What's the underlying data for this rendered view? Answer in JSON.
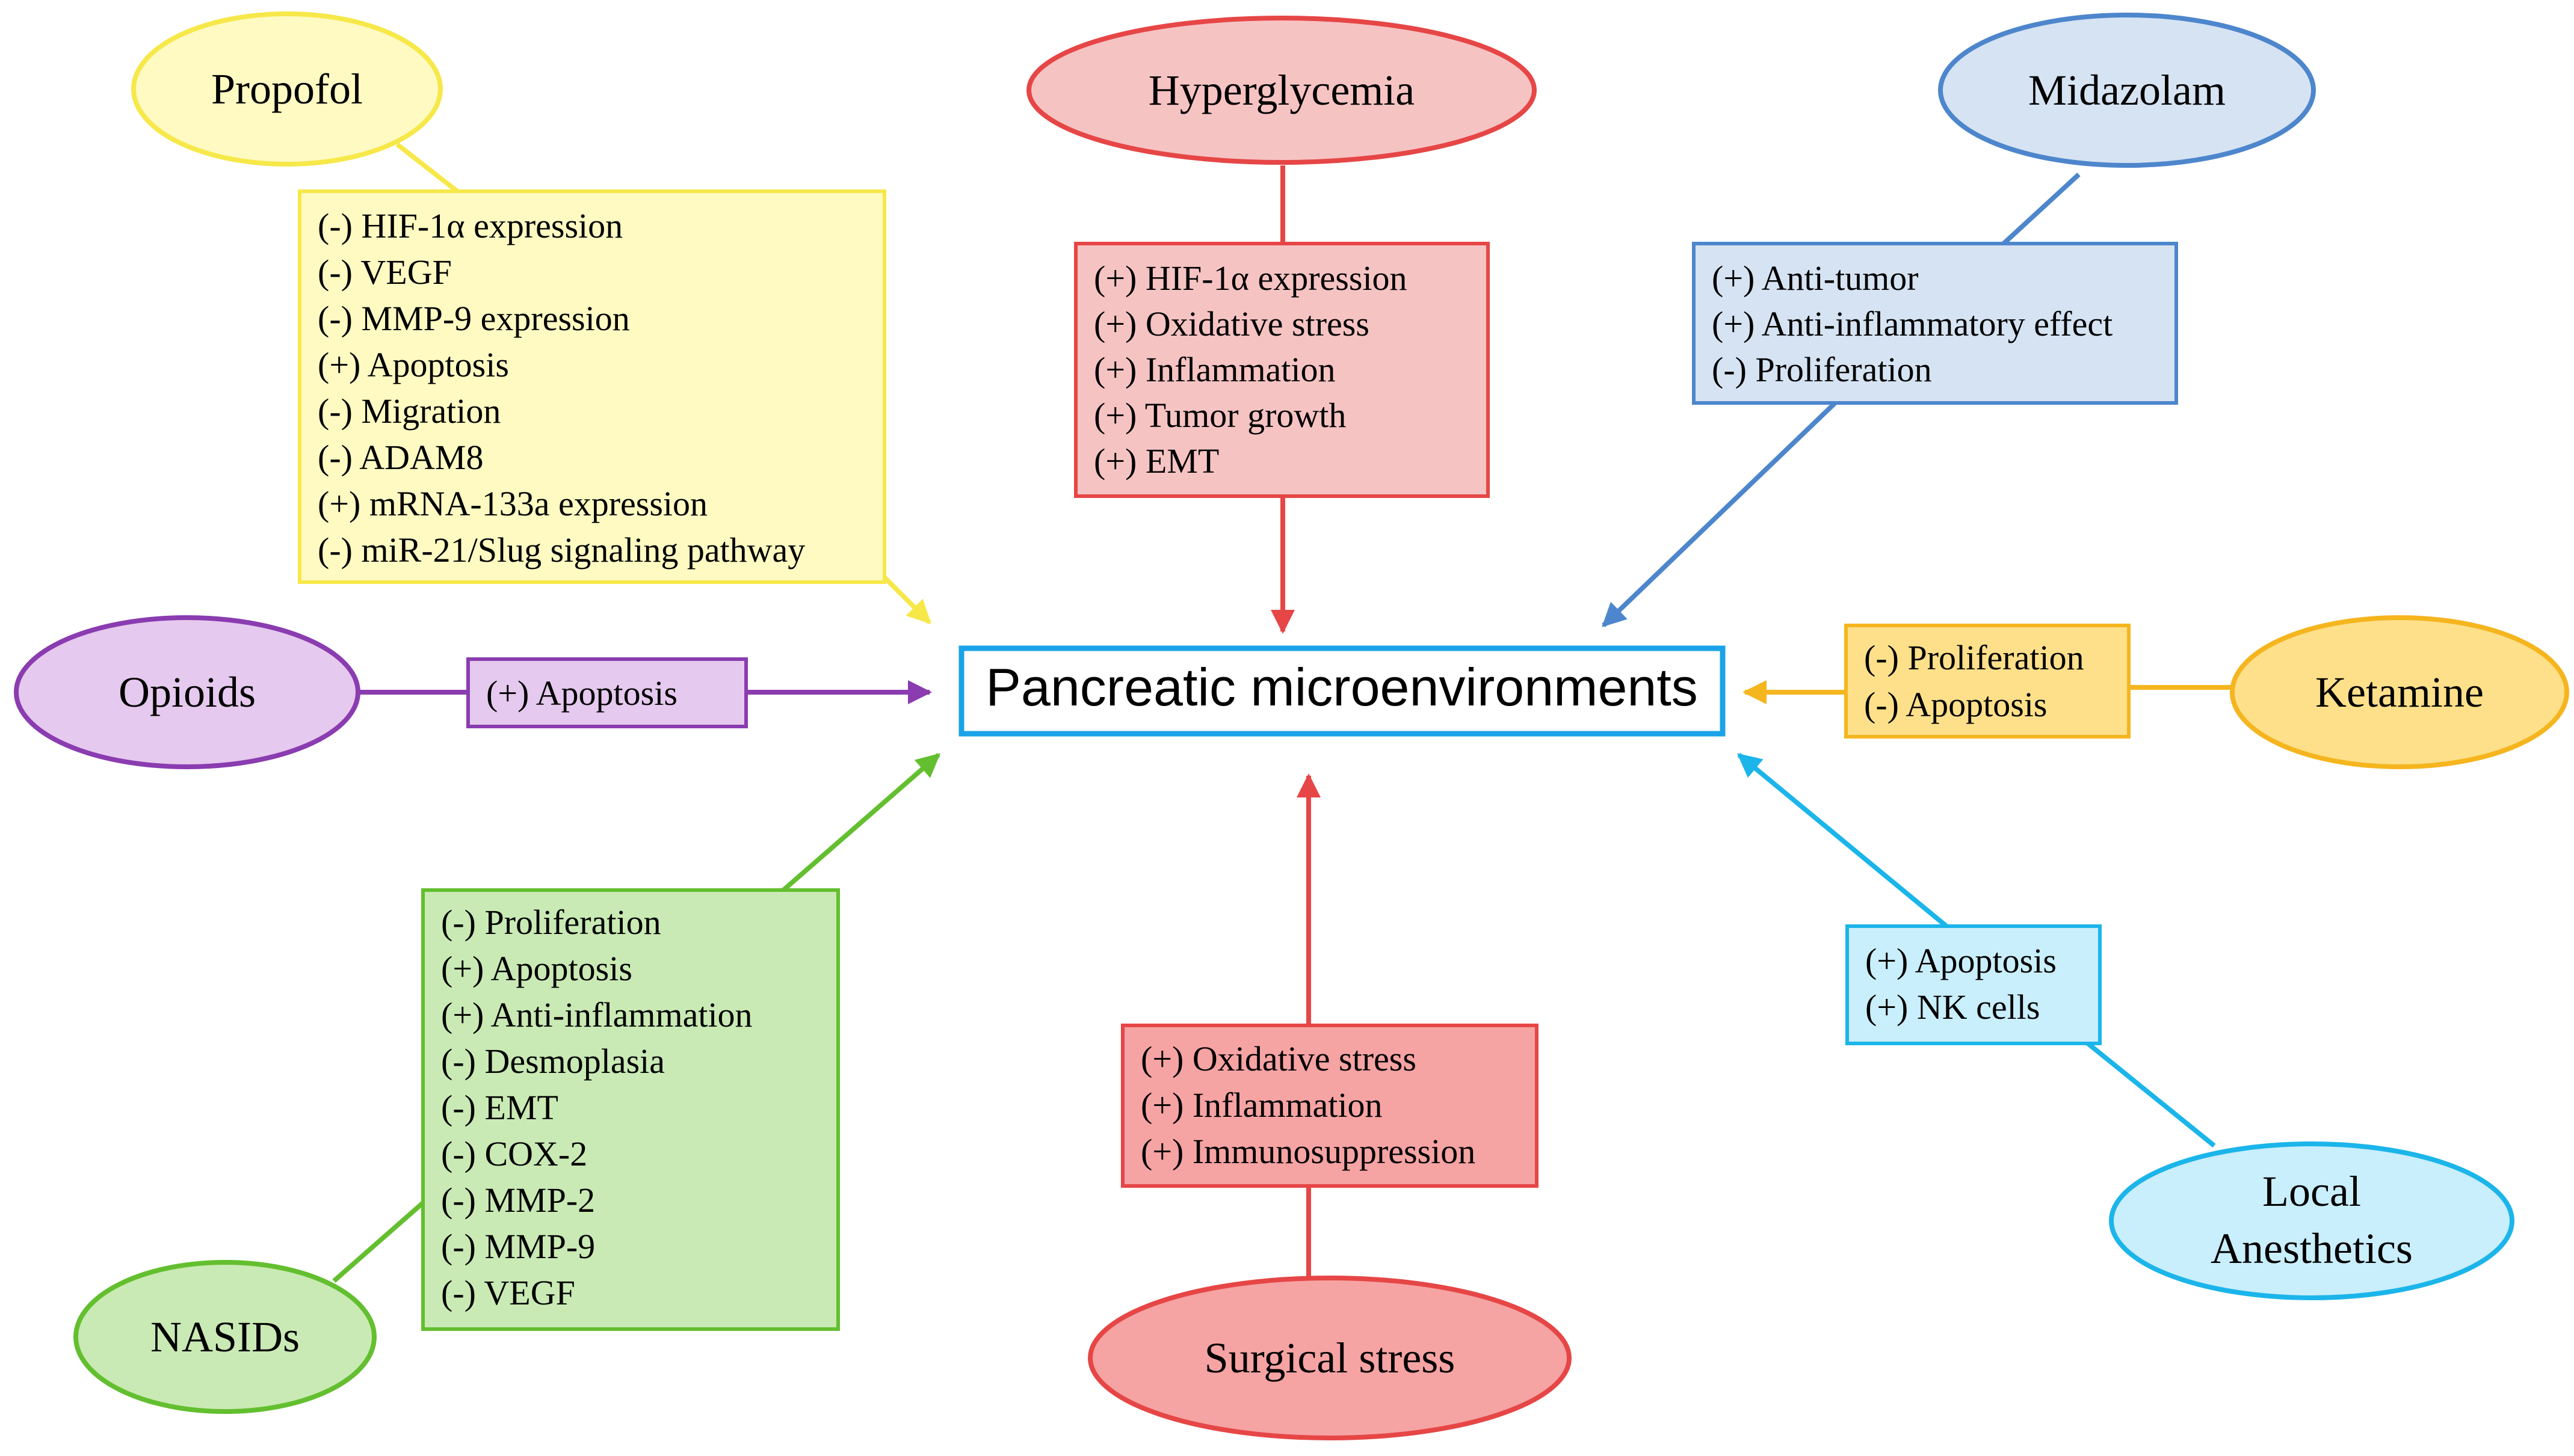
{
  "center": {
    "label": "Pancreatic microenvironments",
    "border_color": "#1aa3e8"
  },
  "factors": {
    "propofol": {
      "label": "Propofol",
      "fill": "#fefac2",
      "stroke": "#f7e84a",
      "effects": [
        "(-) HIF-1α expression",
        "(-) VEGF",
        "(-) MMP-9 expression",
        "(+) Apoptosis",
        "(-) Migration",
        "(-) ADAM8",
        "(+) mRNA-133a expression",
        "(-) miR-21/Slug signaling pathway"
      ]
    },
    "hyperglycemia": {
      "label": "Hyperglycemia",
      "fill": "#f6c3c3",
      "stroke": "#e64646",
      "effects": [
        "(+) HIF-1α expression",
        "(+) Oxidative stress",
        "(+) Inflammation",
        "(+) Tumor growth",
        "(+) EMT"
      ]
    },
    "midazolam": {
      "label": "Midazolam",
      "fill": "#d6e3f3",
      "stroke": "#4d86cc",
      "effects": [
        "(+) Anti-tumor",
        "(+) Anti-inflammatory effect",
        "(-) Proliferation"
      ]
    },
    "opioids": {
      "label": "Opioids",
      "fill": "#e6c9ee",
      "stroke": "#8a3cb0",
      "effects": [
        "(+) Apoptosis"
      ]
    },
    "ketamine": {
      "label": "Ketamine",
      "fill": "#ffe08a",
      "stroke": "#f5b51e",
      "effects": [
        "(-) Proliferation",
        "(-) Apoptosis"
      ]
    },
    "nasids": {
      "label": "NASIDs",
      "fill": "#c9eab4",
      "stroke": "#63bf2f",
      "effects": [
        "(-) Proliferation",
        "(+) Apoptosis",
        "(+) Anti-inflammation",
        "(-) Desmoplasia",
        "(-) EMT",
        "(-) COX-2",
        "(-) MMP-2",
        "(-) MMP-9",
        "(-) VEGF"
      ]
    },
    "surgical_stress": {
      "label": "Surgical stress",
      "fill": "#f6a3a3",
      "stroke": "#e64646",
      "effects": [
        "(+) Oxidative stress",
        "(+) Inflammation",
        "(+) Immunosuppression"
      ]
    },
    "local_anesthetics": {
      "label_line1": "Local",
      "label_line2": "Anesthetics",
      "fill": "#c9eefc",
      "stroke": "#1bb5ea",
      "effects": [
        "(+) Apoptosis",
        "(+) NK cells"
      ]
    }
  }
}
